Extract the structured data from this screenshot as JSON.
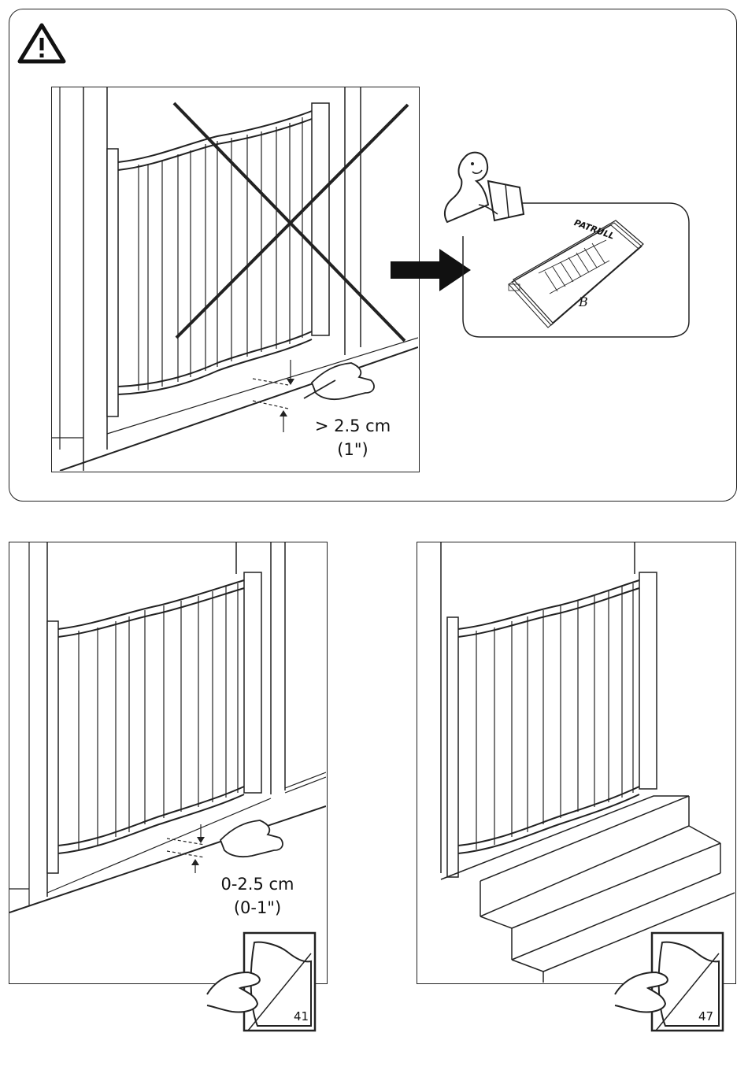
{
  "top_panel": {
    "warning_icon": "warning-triangle-icon",
    "gap_label": "> 2.5 cm",
    "gap_label_imperial": "(1\")",
    "reference_booklet": {
      "title": "PATRULL",
      "letter": "B"
    }
  },
  "bottom_left_panel": {
    "gap_label": "0-2.5 cm",
    "gap_label_imperial": "(0-1\")",
    "page_reference": "41"
  },
  "bottom_right_panel": {
    "page_reference": "47"
  }
}
